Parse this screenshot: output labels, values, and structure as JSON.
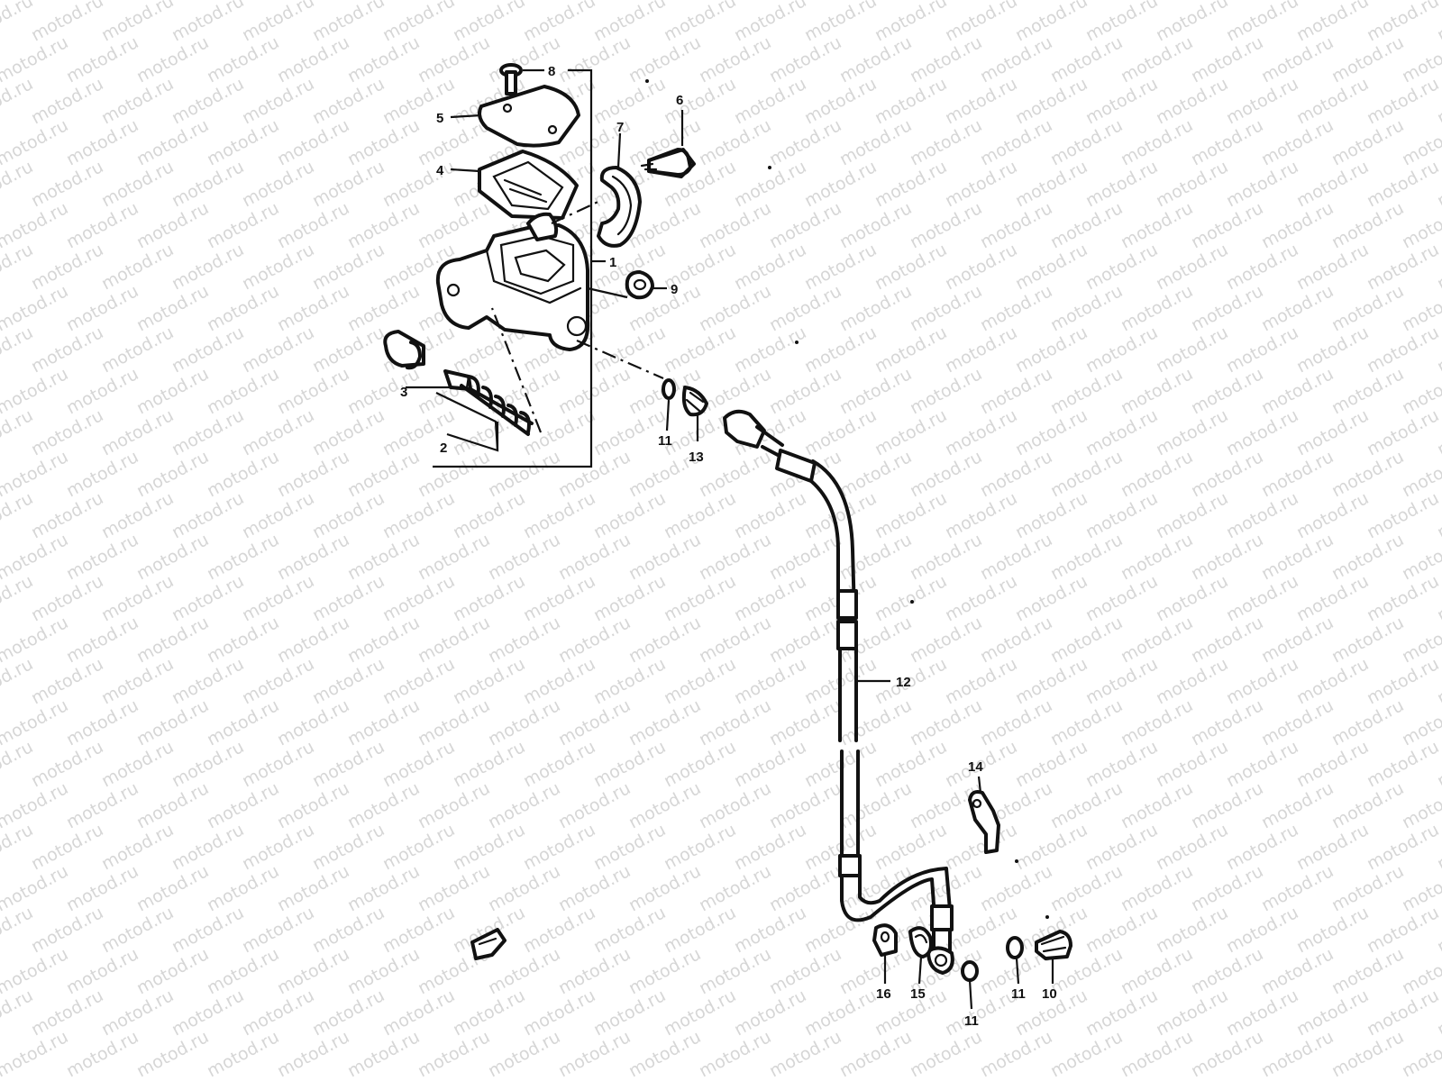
{
  "watermark": {
    "text": "motod.ru",
    "color": "#d6d6d6"
  },
  "callouts": {
    "c1": "1",
    "c2": "2",
    "c3": "3",
    "c4": "4",
    "c5": "5",
    "c6": "6",
    "c7": "7",
    "c8": "8",
    "c9": "9",
    "c10": "10",
    "c11a": "11",
    "c11b": "11",
    "c11c": "11",
    "c12": "12",
    "c13": "13",
    "c14": "14",
    "c15": "15",
    "c16": "16"
  },
  "colors": {
    "line": "#111111",
    "background": "#ffffff"
  }
}
